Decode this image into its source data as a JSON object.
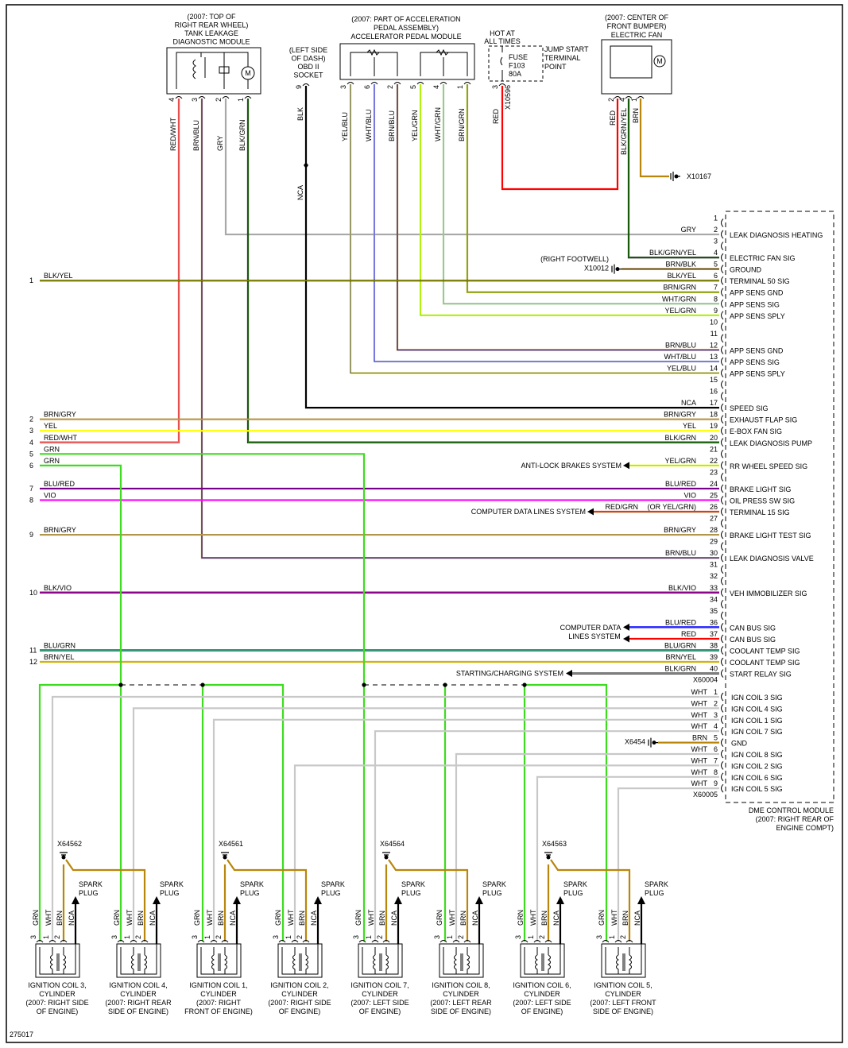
{
  "diagram_number": "275017",
  "colors": {
    "GRN": "#3ddc1e",
    "YEL": "#ffff00",
    "BLU": "#0000ff",
    "BRN": "#b8860b",
    "GRY": "#a8a8a8",
    "WHT": "#c8c8c8",
    "RED": "#ff0000",
    "VIO": "#ff00ff",
    "BLK": "#000000"
  },
  "components": {
    "tank_module": {
      "lines": [
        "(2007: TOP OF",
        "RIGHT REAR WHEEL)",
        "TANK LEAKAGE",
        "DIAGNOSTIC MODULE"
      ],
      "pins": [
        "4",
        "3",
        "2",
        "1"
      ],
      "wires": [
        "RED/WHT",
        "BRN/BLU",
        "GRY",
        "BLK/GRN"
      ]
    },
    "obd": {
      "lines": [
        "(LEFT SIDE",
        "OF DASH)",
        "OBD II",
        "SOCKET"
      ],
      "pin": "9",
      "wire": "BLK",
      "wire_lower": "NCA"
    },
    "pedal": {
      "lines": [
        "(2007: PART OF ACCELERATION",
        "PEDAL ASSEMBLY)",
        "ACCELERATOR PEDAL MODULE"
      ],
      "pins": [
        "3",
        "6",
        "2",
        "5",
        "4",
        "1"
      ],
      "wires": [
        "YEL/BLU",
        "WHT/BLU",
        "BRN/BLU",
        "YEL/GRN",
        "WHT/GRN",
        "BRN/GRN"
      ]
    },
    "fuse": {
      "hot": [
        "HOT AT",
        "ALL TIMES"
      ],
      "lines": [
        "FUSE",
        "F103",
        "80A"
      ],
      "jump": [
        "JUMP START",
        "TERMINAL",
        "POINT"
      ],
      "pin": "3",
      "connector": "X10596",
      "wire": "RED"
    },
    "fan": {
      "lines": [
        "(2007: CENTER OF",
        "FRONT BUMPER)",
        "ELECTRIC FAN"
      ],
      "pins": [
        "2",
        "4",
        "1"
      ],
      "wires": [
        "RED",
        "BLK/GRN/YEL",
        "BRN"
      ],
      "ground": "X10167"
    }
  },
  "left_wires": [
    {
      "num": "1",
      "label": "BLK/YEL"
    },
    {
      "num": "2",
      "label": "BRN/GRY"
    },
    {
      "num": "3",
      "label": "YEL"
    },
    {
      "num": "4",
      "label": "RED/WHT"
    },
    {
      "num": "5",
      "label": "GRN"
    },
    {
      "num": "6",
      "label": "GRN"
    },
    {
      "num": "7",
      "label": "BLU/RED"
    },
    {
      "num": "8",
      "label": "VIO"
    },
    {
      "num": "9",
      "label": "BRN/GRY"
    },
    {
      "num": "10",
      "label": "BLK/VIO"
    },
    {
      "num": "11",
      "label": "BLU/GRN"
    },
    {
      "num": "12",
      "label": "BRN/YEL"
    }
  ],
  "dme": {
    "title": [
      "DME CONTROL MODULE",
      "(2007: RIGHT REAR OF",
      "ENGINE COMPT)"
    ],
    "connector1": "X60004",
    "connector2": "X60005",
    "pins1": [
      {
        "pin": "1",
        "wire": "",
        "sig": ""
      },
      {
        "pin": "2",
        "wire": "GRY",
        "sig": "LEAK DIAGNOSIS HEATING"
      },
      {
        "pin": "3",
        "wire": "",
        "sig": ""
      },
      {
        "pin": "4",
        "wire": "BLK/GRN/YEL",
        "sig": "ELECTRIC FAN SIG"
      },
      {
        "pin": "5",
        "wire": "BRN/BLK",
        "sig": "GROUND"
      },
      {
        "pin": "6",
        "wire": "BLK/YEL",
        "sig": "TERMINAL 50 SIG"
      },
      {
        "pin": "7",
        "wire": "BRN/GRN",
        "sig": "APP SENS GND"
      },
      {
        "pin": "8",
        "wire": "WHT/GRN",
        "sig": "APP SENS SIG"
      },
      {
        "pin": "9",
        "wire": "YEL/GRN",
        "sig": "APP SENS SPLY"
      },
      {
        "pin": "10",
        "wire": "",
        "sig": ""
      },
      {
        "pin": "11",
        "wire": "",
        "sig": ""
      },
      {
        "pin": "12",
        "wire": "BRN/BLU",
        "sig": "APP SENS GND"
      },
      {
        "pin": "13",
        "wire": "WHT/BLU",
        "sig": "APP SENS SIG"
      },
      {
        "pin": "14",
        "wire": "YEL/BLU",
        "sig": "APP SENS SPLY"
      },
      {
        "pin": "15",
        "wire": "",
        "sig": ""
      },
      {
        "pin": "16",
        "wire": "",
        "sig": ""
      },
      {
        "pin": "17",
        "wire": "NCA",
        "sig": "SPEED SIG"
      },
      {
        "pin": "18",
        "wire": "BRN/GRY",
        "sig": "EXHAUST FLAP SIG"
      },
      {
        "pin": "19",
        "wire": "YEL",
        "sig": "E-BOX FAN SIG"
      },
      {
        "pin": "20",
        "wire": "BLK/GRN",
        "sig": "LEAK DIAGNOSIS PUMP"
      },
      {
        "pin": "21",
        "wire": "",
        "sig": ""
      },
      {
        "pin": "22",
        "wire": "YEL/GRN",
        "sig": "RR WHEEL SPEED SIG"
      },
      {
        "pin": "23",
        "wire": "",
        "sig": ""
      },
      {
        "pin": "24",
        "wire": "BLU/RED",
        "sig": "BRAKE LIGHT SIG"
      },
      {
        "pin": "25",
        "wire": "VIO",
        "sig": "OIL PRESS SW SIG"
      },
      {
        "pin": "26",
        "wire": "RED/GRN",
        "sig": "TERMINAL 15 SIG"
      },
      {
        "pin": "27",
        "wire": "",
        "sig": ""
      },
      {
        "pin": "28",
        "wire": "BRN/GRY",
        "sig": "BRAKE LIGHT TEST SIG"
      },
      {
        "pin": "29",
        "wire": "",
        "sig": ""
      },
      {
        "pin": "30",
        "wire": "BRN/BLU",
        "sig": "LEAK DIAGNOSIS VALVE"
      },
      {
        "pin": "31",
        "wire": "",
        "sig": ""
      },
      {
        "pin": "32",
        "wire": "",
        "sig": ""
      },
      {
        "pin": "33",
        "wire": "BLK/VIO",
        "sig": "VEH IMMOBILIZER SIG"
      },
      {
        "pin": "34",
        "wire": "",
        "sig": ""
      },
      {
        "pin": "35",
        "wire": "",
        "sig": ""
      },
      {
        "pin": "36",
        "wire": "BLU/RED",
        "sig": "CAN BUS SIG"
      },
      {
        "pin": "37",
        "wire": "RED",
        "sig": "CAN BUS SIG"
      },
      {
        "pin": "38",
        "wire": "BLU/GRN",
        "sig": "COOLANT TEMP SIG"
      },
      {
        "pin": "39",
        "wire": "BRN/YEL",
        "sig": "COOLANT TEMP SIG"
      },
      {
        "pin": "40",
        "wire": "BLK/GRN",
        "sig": "START RELAY SIG"
      }
    ],
    "pins2": [
      {
        "pin": "1",
        "wire": "WHT",
        "sig": "IGN COIL 3 SIG"
      },
      {
        "pin": "2",
        "wire": "WHT",
        "sig": "IGN COIL 4 SIG"
      },
      {
        "pin": "3",
        "wire": "WHT",
        "sig": "IGN COIL 1 SIG"
      },
      {
        "pin": "4",
        "wire": "WHT",
        "sig": "IGN COIL 7 SIG"
      },
      {
        "pin": "5",
        "wire": "BRN",
        "sig": "GND"
      },
      {
        "pin": "6",
        "wire": "WHT",
        "sig": "IGN COIL 8 SIG"
      },
      {
        "pin": "7",
        "wire": "WHT",
        "sig": "IGN COIL 2 SIG"
      },
      {
        "pin": "8",
        "wire": "WHT",
        "sig": "IGN COIL 6 SIG"
      },
      {
        "pin": "9",
        "wire": "WHT",
        "sig": "IGN COIL 5 SIG"
      }
    ]
  },
  "externals": {
    "footwell": "(RIGHT FOOTWELL)",
    "ground_pin5": "X10012",
    "abs": "ANTI-LOCK BRAKES SYSTEM",
    "data_lines": "COMPUTER DATA LINES SYSTEM",
    "or_label": "(OR YEL/GRN)",
    "data_lines_2": [
      "COMPUTER DATA",
      "LINES SYSTEM"
    ],
    "starting": "STARTING/CHARGING SYSTEM",
    "ground_gnd": "X6454"
  },
  "coil_wire_labels": [
    "GRN",
    "WHT",
    "BRN",
    "NCA"
  ],
  "coil_pin_labels": [
    "3",
    "1",
    "2"
  ],
  "spark_plug": [
    "SPARK",
    "PLUG"
  ],
  "coil_grounds": [
    "X64562",
    "X64561",
    "X64564",
    "X64563"
  ],
  "coils": [
    {
      "lines": [
        "IGNITION COIL 3,",
        "CYLINDER",
        "(2007: RIGHT SIDE",
        "OF ENGINE)"
      ]
    },
    {
      "lines": [
        "IGNITION COIL 4,",
        "CYLINDER",
        "(2007: RIGHT REAR",
        "SIDE OF ENGINE)"
      ]
    },
    {
      "lines": [
        "IGNITION COIL 1,",
        "CYLINDER",
        "(2007: RIGHT",
        "FRONT OF ENGINE)"
      ]
    },
    {
      "lines": [
        "IGNITION COIL 2,",
        "CYLINDER",
        "(2007: RIGHT SIDE",
        "OF ENGINE)"
      ]
    },
    {
      "lines": [
        "IGNITION COIL 7,",
        "CYLINDER",
        "(2007: LEFT SIDE",
        "OF ENGINE)"
      ]
    },
    {
      "lines": [
        "IGNITION COIL 8,",
        "CYLINDER",
        "(2007: LEFT REAR",
        "SIDE OF ENGINE)"
      ]
    },
    {
      "lines": [
        "IGNITION COIL 6,",
        "CYLINDER",
        "(2007: LEFT SIDE",
        "OF ENGINE)"
      ]
    },
    {
      "lines": [
        "IGNITION COIL 5,",
        "CYLINDER",
        "(2007: LEFT FRONT",
        "SIDE OF ENGINE)"
      ]
    }
  ]
}
